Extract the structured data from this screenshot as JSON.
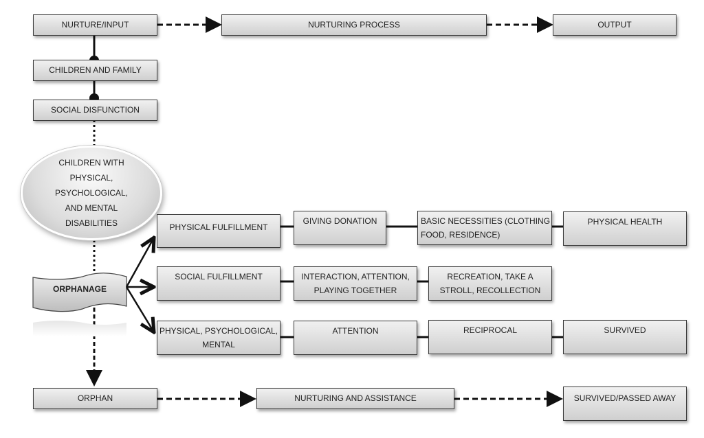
{
  "top_row": {
    "input": "NURTURE/INPUT",
    "process": "NURTURING PROCESS",
    "output": "OUTPUT"
  },
  "left_column": {
    "children_family": "CHILDREN AND FAMILY",
    "social_disfunction": "SOCIAL DISFUNCTION",
    "ellipse": "CHILDREN WITH\nPHYSICAL,\nPSYCHOLOGICAL,\nAND  MENTAL\nDISABILITIES",
    "orphanage": "ORPHANAGE"
  },
  "rows": [
    {
      "name": "physical",
      "cells": [
        "PHYSICAL FULFILLMENT",
        "GIVING DONATION",
        "BASIC  NECESSITIES (CLOTHING\nFOOD, RESIDENCE)",
        "PHYSICAL HEALTH"
      ]
    },
    {
      "name": "social",
      "cells": [
        "SOCIAL FULFILLMENT",
        "INTERACTION, ATTENTION,\nPLAYING TOGETHER",
        "RECREATION, TAKE A\nSTROLL, RECOLLECTION"
      ]
    },
    {
      "name": "mental",
      "cells": [
        "PHYSICAL, PSYCHOLOGICAL,\nMENTAL",
        "ATTENTION",
        "RECIPROCAL",
        "SURVIVED"
      ]
    }
  ],
  "bottom_row": {
    "orphan": "ORPHAN",
    "assistance": "NURTURING AND ASSISTANCE",
    "result": "SURVIVED/PASSED AWAY"
  }
}
